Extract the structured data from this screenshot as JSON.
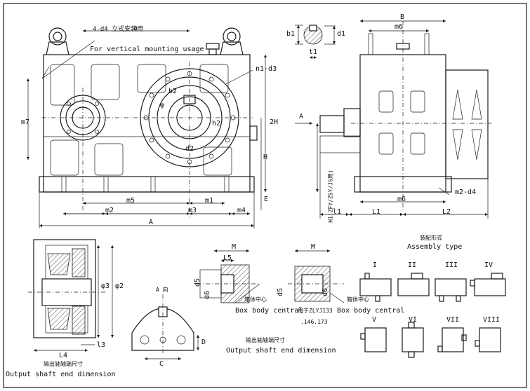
{
  "labels": {
    "mount_note_cn": "4-d4 立式安装用",
    "mount_note_en": "For vertical mounting usage",
    "a_top": "a",
    "n1_d3": "n1-d3",
    "b2": "b2",
    "h2": "h2",
    "d2": "d2",
    "m7": "m7",
    "two_h": "2H",
    "h": "H",
    "e": "E",
    "m5": "m5",
    "m1": "m1",
    "m2": "m2",
    "m3": "m3",
    "m4": "m4",
    "a_total": "A",
    "arrow_a": "A",
    "b_top": "B",
    "m6_top": "m6",
    "b1": "b1",
    "d1": "d1",
    "t1": "t1",
    "h1_note": "H1(ZFY/ZSY/JS用)",
    "m2_d4": "m2-d4",
    "l1": "l1",
    "l1_big": "L1",
    "m6_bottom": "m6",
    "l2": "L2",
    "assembly_cn": "装配形式",
    "assembly_en": "Assembly type",
    "phi3": "φ3",
    "phi2": "φ2",
    "l4": "L4",
    "l3": "l3",
    "out_cn": "输出轴轴端尺寸",
    "out_en": "Output shaft end dimension",
    "a_view": "A 向",
    "c": "C",
    "d": "D",
    "m_left": "M",
    "l5": "L5",
    "d5_left": "d5",
    "d6_left": "d6",
    "box_cn_left": "箱体中心",
    "box_en_left": "Box body central",
    "m_right": "M",
    "d5_right": "d5",
    "d6_right": "d6",
    "box_cn_right": "箱体中心",
    "box_en_right": "Box body central",
    "model_note_1": "用于ZLYJ133",
    "model_note_2": ".146.173",
    "mid_cn": "输出轴轴端尺寸",
    "mid_en": "Output shaft end dimension",
    "phi": "φ"
  },
  "assembly_types": [
    "I",
    "II",
    "III",
    "IV",
    "V",
    "VI",
    "VII",
    "VIII"
  ]
}
